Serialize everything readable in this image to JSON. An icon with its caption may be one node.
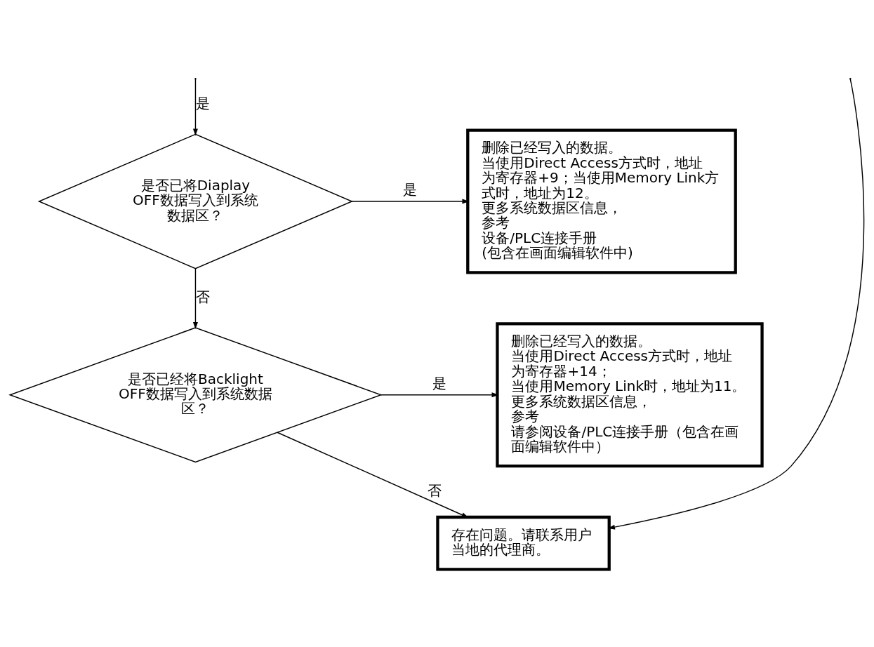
{
  "diagram": {
    "nodes": [
      {
        "text": [
          "是否已将Diaplay OFF数据写入到系统数据区？"
        ]
      },
      {
        "text": [
          "删除已经写入的数据。",
          "当使用Direct Access方式时，地址为寄存器+9；当使用Memory Link方式时，地址为12。",
          "更多系统数据区信息，",
          "参考",
          "设备/PLC连接手册",
          "(包含在画面编辑软件中)"
        ]
      },
      {
        "text": [
          "是否已经将Backlight OFF数据写入到系统数据区？"
        ]
      },
      {
        "text": [
          "删除已经写入的数据。",
          "当使用Direct Access方式时，地址为寄存器+14；",
          "当使用Memory Link时，地址为11。",
          "更多系统数据区信息，",
          "参考",
          "请参阅设备/PLC连接手册（包含在画面编辑软件中）"
        ]
      },
      {
        "text": [
          "存在问题。请联系用户当地的代理商。"
        ]
      }
    ],
    "edges": [
      {
        "from": null,
        "to": 0,
        "arrow": "to",
        "label": "是"
      },
      {
        "from": 0,
        "to": 1,
        "arrow": "to",
        "label": "是"
      },
      {
        "from": 0,
        "to": 2,
        "arrow": "to",
        "label": "否"
      },
      {
        "from": 2,
        "to": 3,
        "arrow": "to",
        "label": "是"
      },
      {
        "from": 2,
        "to": 4,
        "arrow": "to",
        "label": "否"
      },
      {
        "from": null,
        "to": 4,
        "arrow": "to"
      }
    ]
  }
}
